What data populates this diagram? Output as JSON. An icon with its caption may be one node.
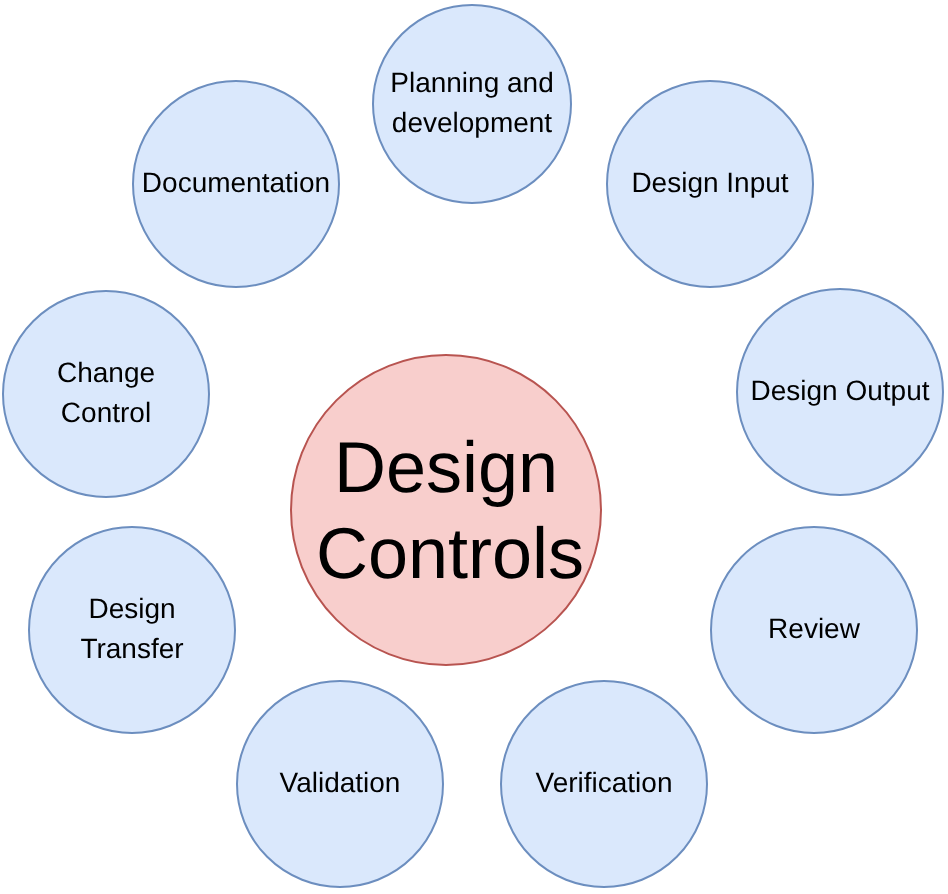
{
  "diagram": {
    "nodes": [
      {
        "text": [
          "Design Controls"
        ]
      },
      {
        "text": [
          "Planning and development"
        ]
      },
      {
        "text": [
          "Design Input"
        ]
      },
      {
        "text": [
          "Design Output"
        ]
      },
      {
        "text": [
          "Review"
        ]
      },
      {
        "text": [
          "Verification"
        ]
      },
      {
        "text": [
          "Validation"
        ]
      },
      {
        "text": [
          "Design Transfer"
        ]
      },
      {
        "text": [
          "Change Control"
        ]
      },
      {
        "text": [
          "Documentation"
        ]
      }
    ]
  }
}
